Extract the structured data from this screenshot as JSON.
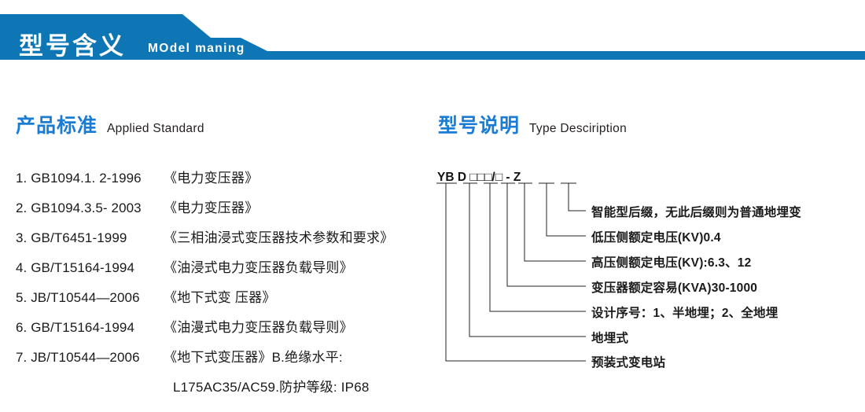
{
  "banner": {
    "title": "型号含义",
    "subtitle": "MOdel maning",
    "color": "#0e76b4"
  },
  "sections": {
    "left": {
      "cn": "产品标准",
      "en": "Applied Standard",
      "accent": "#1a7cd4"
    },
    "right": {
      "cn": "型号说明",
      "en": "Type Desciription",
      "accent": "#1a7cd4"
    }
  },
  "standards": [
    {
      "index": "1.",
      "code": "GB1094.1. 2-1996",
      "name": "《电力变压器》"
    },
    {
      "index": "2.",
      "code": "GB1094.3.5- 2003",
      "name": "《电力变压器》"
    },
    {
      "index": "3.",
      "code": "GB/T6451-1999",
      "name": "《三相油浸式变压器技术参数和要求》"
    },
    {
      "index": "4.",
      "code": "GB/T15164-1994",
      "name": "《油浸式电力变压器负载导则》"
    },
    {
      "index": "5.",
      "code": "JB/T10544—2006",
      "name": "《地下式变 压器》"
    },
    {
      "index": "6.",
      "code": "GB/T15164-1994",
      "name": "《油漫式电力变压器负载导则》"
    },
    {
      "index": "7.",
      "code": "JB/T10544—2006",
      "name": "《地下式变压器》B.绝缘水平:"
    }
  ],
  "standards_continuation": "L175AC35/AC59.防护等级: IP68",
  "model_code": {
    "text": "YB D □□□/□ - Z",
    "segments": [
      "YB",
      "D",
      "□",
      "□",
      "□",
      "/",
      "□",
      "-",
      "Z"
    ]
  },
  "model_labels": [
    {
      "id": "smart-suffix",
      "text": "智能型后缀，无此后缀则为普通地埋变"
    },
    {
      "id": "lv-voltage",
      "text": "低压侧额定电压(KV)0.4"
    },
    {
      "id": "hv-voltage",
      "text": "高压侧额定电压(KV):6.3、12"
    },
    {
      "id": "rated-capacity",
      "text": "变压器额定容易(KVA)30-1000"
    },
    {
      "id": "design-serial",
      "text": "设计序号：1、半地埋；2、全地埋"
    },
    {
      "id": "buried-type",
      "text": "地埋式"
    },
    {
      "id": "prefab-substation",
      "text": "预装式变电站"
    }
  ]
}
